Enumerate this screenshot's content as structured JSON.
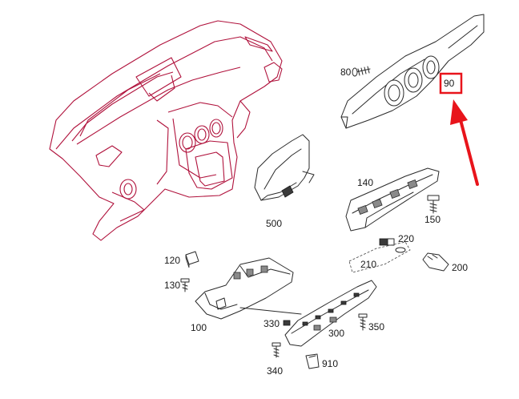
{
  "colors": {
    "dashboard_outline": "#b0123c",
    "highlight": "#e8141b",
    "part_line": "#2a2a2a"
  },
  "labels": {
    "p80": "80",
    "p90": "90",
    "p140": "140",
    "p150": "150",
    "p500": "500",
    "p220": "220",
    "p210": "210",
    "p200": "200",
    "p120": "120",
    "p130": "130",
    "p100": "100",
    "p330": "330",
    "p300": "300",
    "p350": "350",
    "p340": "340",
    "p910": "910"
  }
}
